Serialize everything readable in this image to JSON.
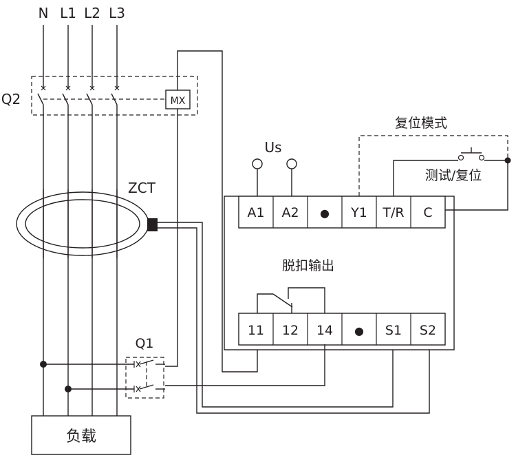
{
  "phases": {
    "n": "N",
    "l1": "L1",
    "l2": "L2",
    "l3": "L3"
  },
  "breaker_q2": {
    "label": "Q2",
    "shunt_trip": "MX"
  },
  "ct": {
    "label": "ZCT"
  },
  "supply": {
    "label": "Us"
  },
  "reset_mode": {
    "label": "复位模式",
    "button_label": "测试/复位"
  },
  "relay": {
    "top_terminals": [
      "A1",
      "A2",
      "●",
      "Y1",
      "T/R",
      "C"
    ],
    "trip_output_label": "脱扣输出",
    "bottom_terminals": [
      "11",
      "12",
      "14",
      "●",
      "S1",
      "S2"
    ]
  },
  "contactor_q1": {
    "label": "Q1"
  },
  "load": {
    "label": "负载"
  },
  "colors": {
    "line": "#231f20",
    "background": "#ffffff"
  }
}
